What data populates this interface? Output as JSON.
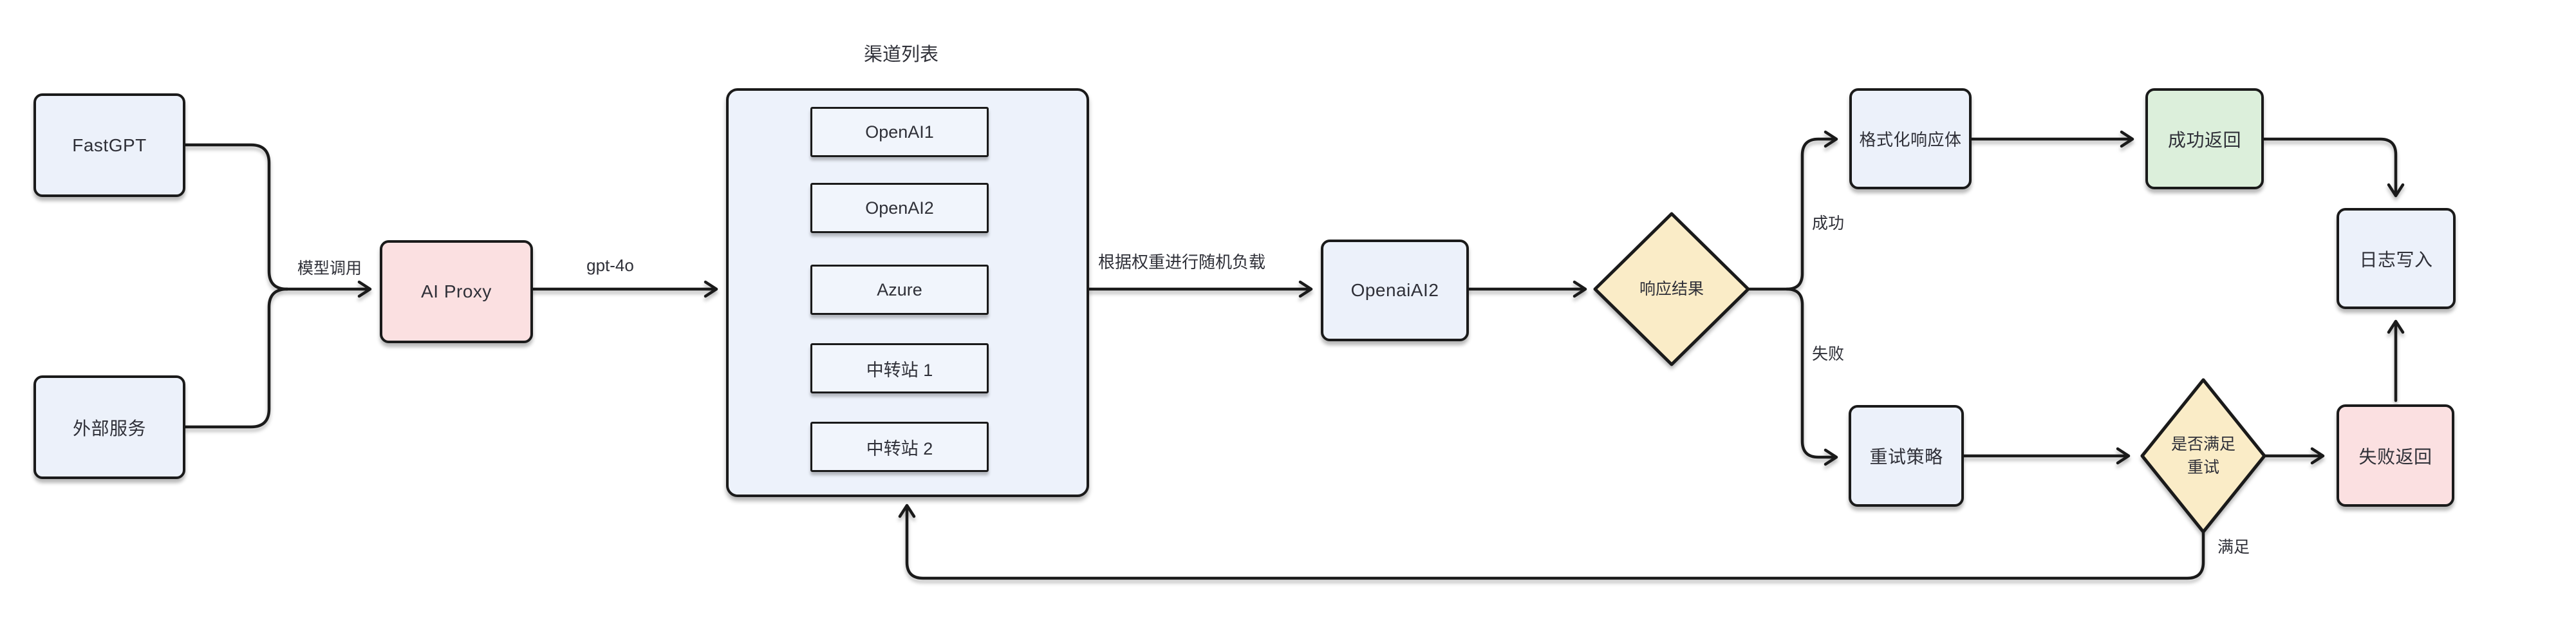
{
  "nodes": {
    "fastgpt": {
      "label": "FastGPT"
    },
    "external_service": {
      "label": "外部服务"
    },
    "ai_proxy": {
      "label": "AI Proxy"
    },
    "openai_ai2": {
      "label": "OpenaiAI2"
    },
    "response_result": {
      "label": "响应结果"
    },
    "format_response": {
      "label": "格式化响应体"
    },
    "success_return": {
      "label": "成功返回"
    },
    "log_write": {
      "label": "日志写入"
    },
    "retry_strategy": {
      "label": "重试策略"
    },
    "retry_check": {
      "label_line1": "是否满足",
      "label_line2": "重试"
    },
    "fail_return": {
      "label": "失败返回"
    }
  },
  "channel_list": {
    "title": "渠道列表",
    "channels": [
      {
        "label": "OpenAI1"
      },
      {
        "label": "OpenAI2"
      },
      {
        "label": "Azure"
      },
      {
        "label": "中转站 1"
      },
      {
        "label": "中转站 2"
      }
    ]
  },
  "edge_labels": {
    "model_call": "模型调用",
    "model_name": "gpt-4o",
    "weighted_load": "根据权重进行随机负载",
    "success": "成功",
    "fail": "失败",
    "satisfied": "满足"
  },
  "colors": {
    "background": "#FFFFFF",
    "node_fill_blue": "#ECF1FA",
    "container_fill": "#EDF2FB",
    "channel_item_fill": "#F1F5FC",
    "node_fill_pink": "#FBE0E1",
    "node_fill_green": "#DCEFDB",
    "diamond_fill": "#FAECC7",
    "stroke": "#1A1A1A",
    "text": "#2F3038"
  }
}
